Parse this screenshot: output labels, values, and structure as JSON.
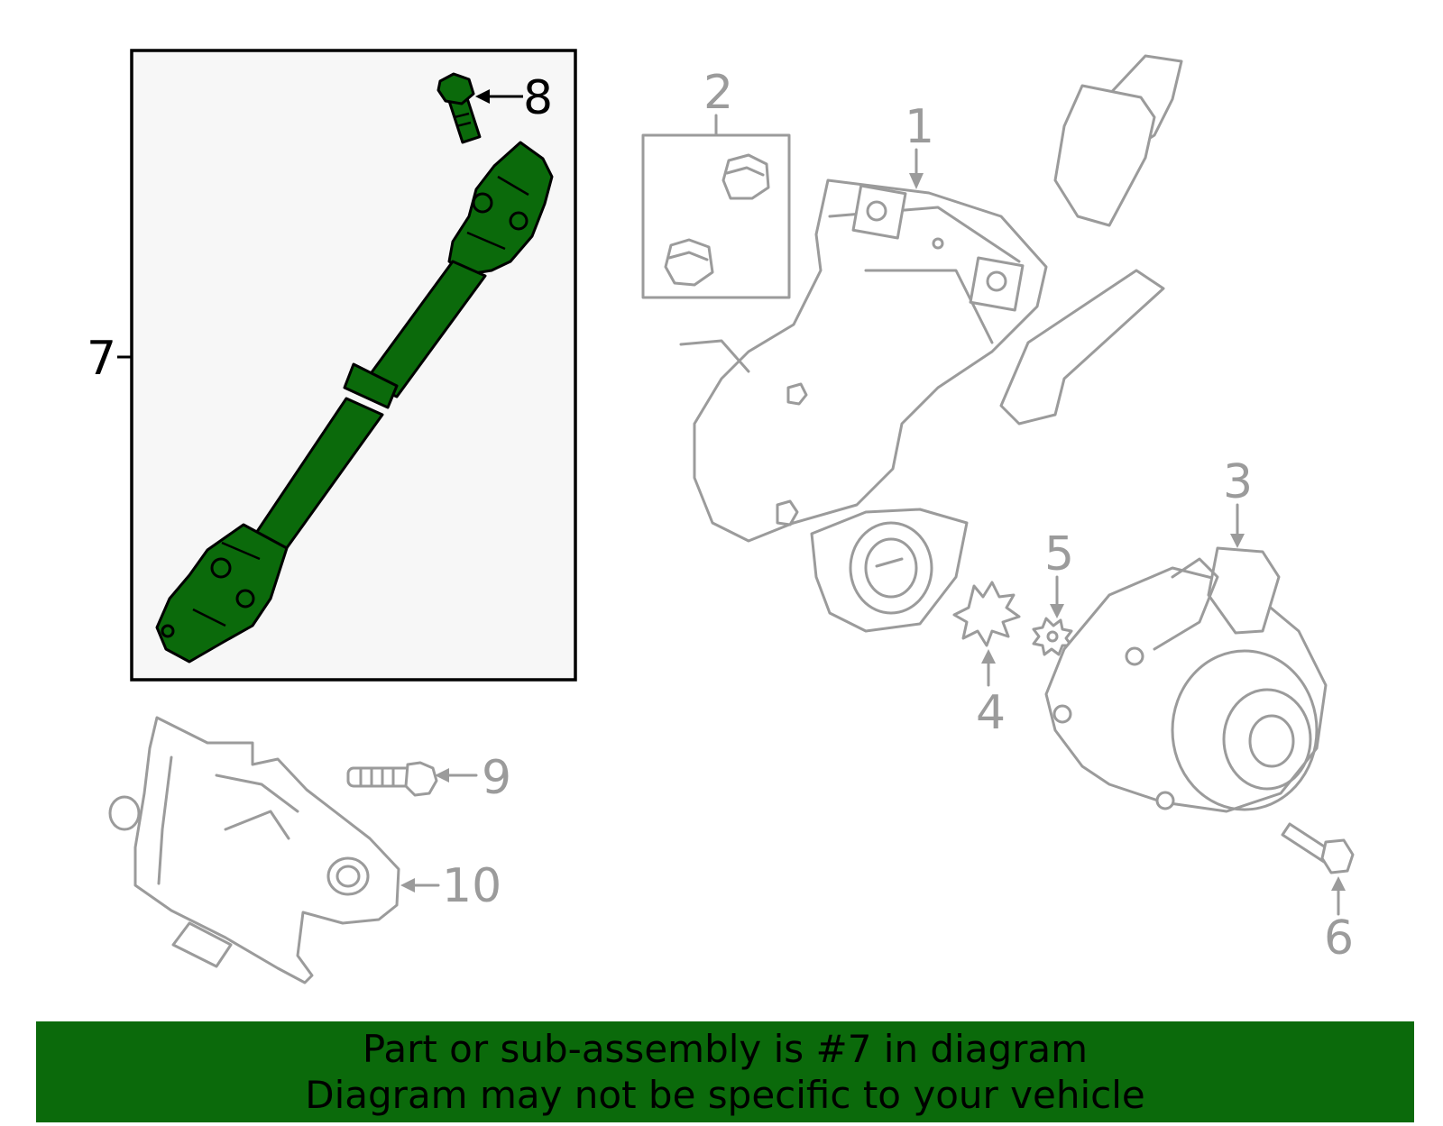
{
  "callouts": {
    "c1": "1",
    "c2": "2",
    "c3": "3",
    "c4": "4",
    "c5": "5",
    "c6": "6",
    "c7": "7",
    "c8": "8",
    "c9": "9",
    "c10": "10"
  },
  "banner": {
    "line1": "Part or sub-assembly is #7 in diagram",
    "line2": "Diagram may not be specific to your vehicle"
  },
  "colors": {
    "highlight": "#0b6a0b",
    "outline": "#9b9b9b",
    "panel": "#f7f7f7"
  }
}
